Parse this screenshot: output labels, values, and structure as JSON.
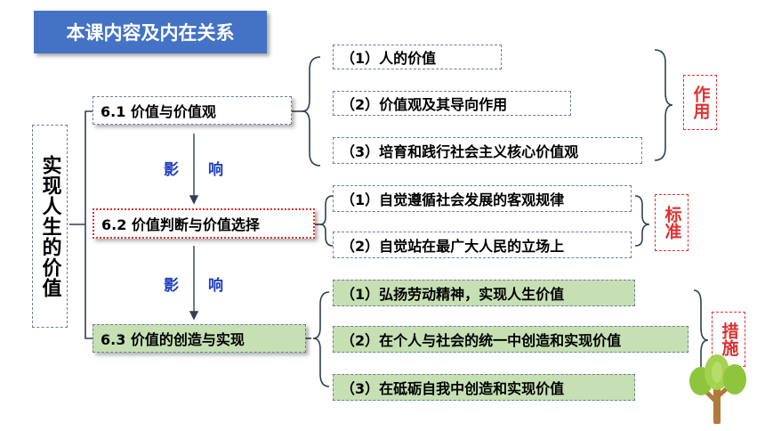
{
  "title": "本课内容及内在关系",
  "root": "实现人生的价值",
  "sections": [
    {
      "label": "6.1 价值与价值观",
      "items": [
        "（1）人的价值",
        "（2）价值观及其导向作用",
        "（3）培育和践行社会主义核心价值观"
      ],
      "tag": "作用"
    },
    {
      "label": "6.2 价值判断与价值选择",
      "items": [
        "（1）自觉遵循社会发展的客观规律",
        "（2）自觉站在最广大人民的立场上"
      ],
      "tag": "标准"
    },
    {
      "label": "6.3 价值的创造与实现",
      "items": [
        "（1）弘扬劳动精神，实现人生价值",
        "（2）在个人与社会的统一中创造和实现价值",
        "（3）在砥砺自我中创造和实现价值"
      ],
      "tag": "措施"
    }
  ],
  "influence_left": "影",
  "influence_right": "响",
  "colors": {
    "title_bg": "#4472c4",
    "accent_red": "#e03030",
    "green_fill": "#c6e0b4",
    "influence_blue": "#1f3fbf"
  },
  "icons": [
    "tree-icon"
  ]
}
